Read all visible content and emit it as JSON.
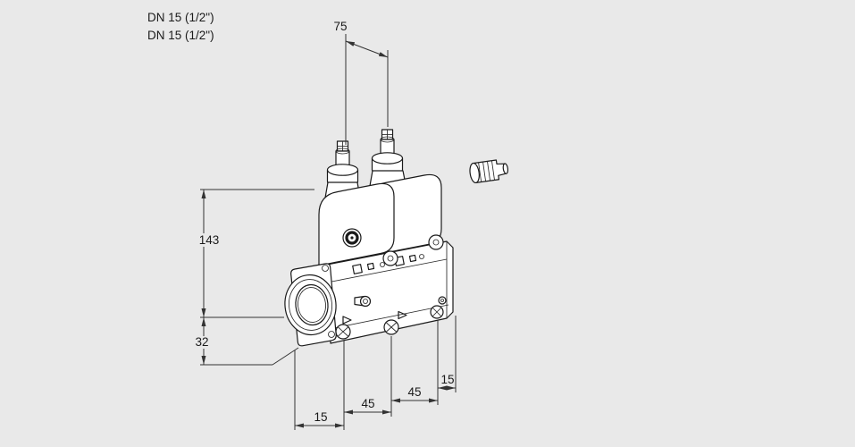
{
  "labels": {
    "dn_line1": "DN 15 (1/2\")",
    "dn_line2": "DN 15 (1/2\")"
  },
  "dimensions": {
    "top_width": "75",
    "left_height": "143",
    "left_offset": "32",
    "bottom_left": "15",
    "bottom_mid_left": "45",
    "bottom_mid_right": "45",
    "bottom_right": "15"
  },
  "drawing": {
    "type": "technical-dimension-drawing",
    "subject": "double solenoid gas valve with two coil actuators, threaded pipe flange and separate knurled fitting"
  },
  "colors": {
    "background": "#e9e9e9",
    "line": "#1a1a1a",
    "dimension": "#333333",
    "fill": "#ffffff"
  }
}
